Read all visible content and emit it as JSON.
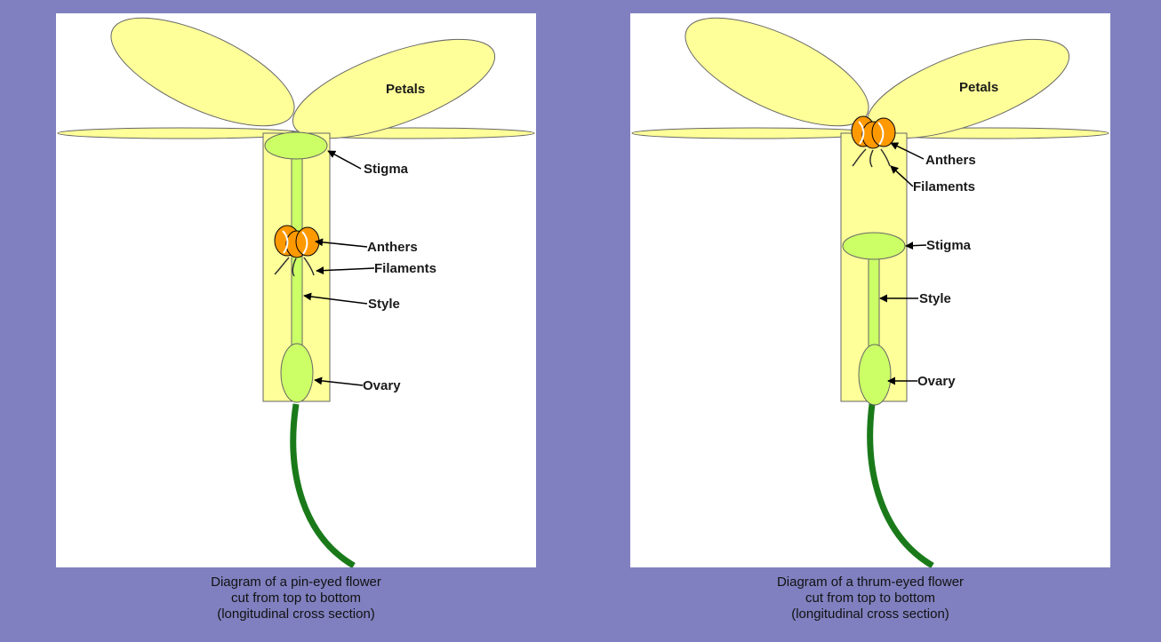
{
  "colors": {
    "background": "#8080c0",
    "petal": "#ffff99",
    "tube": "#ffff99",
    "stigma": "#ccff66",
    "anther": "#ff9900",
    "stem": "#1a7a1a"
  },
  "diagrams": [
    {
      "labels": {
        "petals": "Petals",
        "stigma": "Stigma",
        "anthers": "Anthers",
        "filaments": "Filaments",
        "style": "Style",
        "ovary": "Ovary"
      },
      "caption": {
        "line1": "Diagram of a pin-eyed flower",
        "line2": "cut from top to bottom",
        "line3": "(longitudinal cross section)"
      }
    },
    {
      "labels": {
        "petals": "Petals",
        "anthers": "Anthers",
        "filaments": "Filaments",
        "stigma": "Stigma",
        "style": "Style",
        "ovary": "Ovary"
      },
      "caption": {
        "line1": "Diagram of a thrum-eyed flower",
        "line2": "cut from top to bottom",
        "line3": "(longitudinal cross section)"
      }
    }
  ]
}
